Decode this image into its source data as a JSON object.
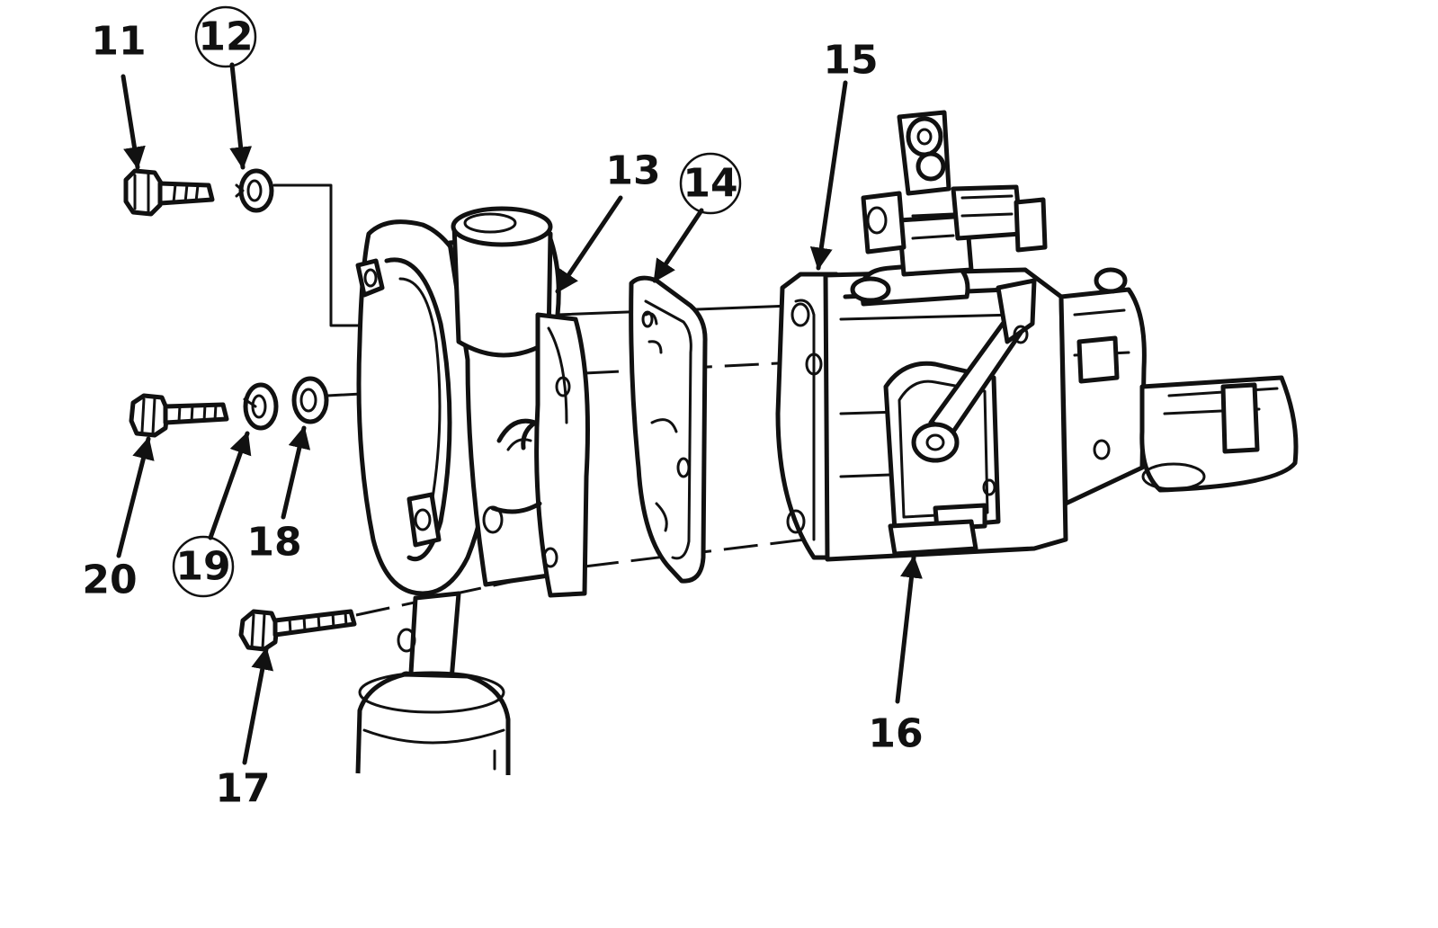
{
  "callouts": [
    {
      "id": "11",
      "label": "11",
      "circled": false
    },
    {
      "id": "12",
      "label": "12",
      "circled": true
    },
    {
      "id": "13",
      "label": "13",
      "circled": false
    },
    {
      "id": "14",
      "label": "14",
      "circled": true
    },
    {
      "id": "15",
      "label": "15",
      "circled": false
    },
    {
      "id": "16",
      "label": "16",
      "circled": false
    },
    {
      "id": "17",
      "label": "17",
      "circled": false
    },
    {
      "id": "18",
      "label": "18",
      "circled": false
    },
    {
      "id": "19",
      "label": "19",
      "circled": true
    },
    {
      "id": "20",
      "label": "20",
      "circled": false
    }
  ],
  "colors": {
    "ink": "#111111",
    "background": "#ffffff"
  }
}
